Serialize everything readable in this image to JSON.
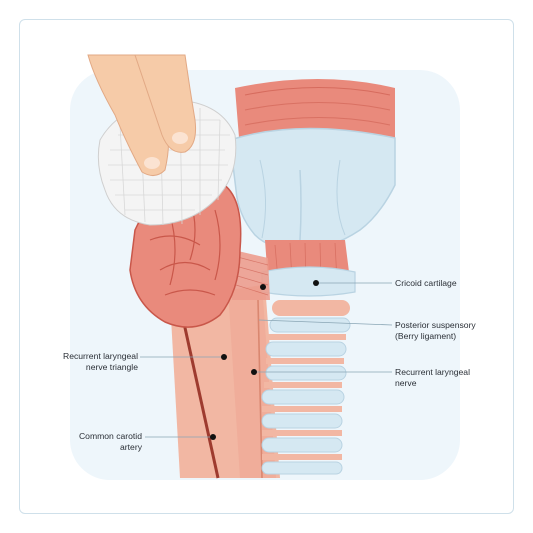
{
  "labels": {
    "cricoid": "Cricoid cartilage",
    "berry": "Posterior suspensory\n(Berry ligament)",
    "rln_triangle": "Recurrent laryngeal\nnerve triangle",
    "rln_nerve": "Recurrent laryngeal\nnerve",
    "carotid": "Common carotid\nartery"
  },
  "colors": {
    "background_blob": "#eef6fb",
    "muscle": "#e98a7c",
    "muscle_dark": "#c9574a",
    "cartilage": "#d5e8f2",
    "cartilage_edge": "#b9d3e2",
    "gauze": "#f4f4f4",
    "skin": "#f6cba8",
    "trachea_tissue": "#f2b7a3",
    "leader": "#8aa6b5",
    "dot": "#111111"
  }
}
